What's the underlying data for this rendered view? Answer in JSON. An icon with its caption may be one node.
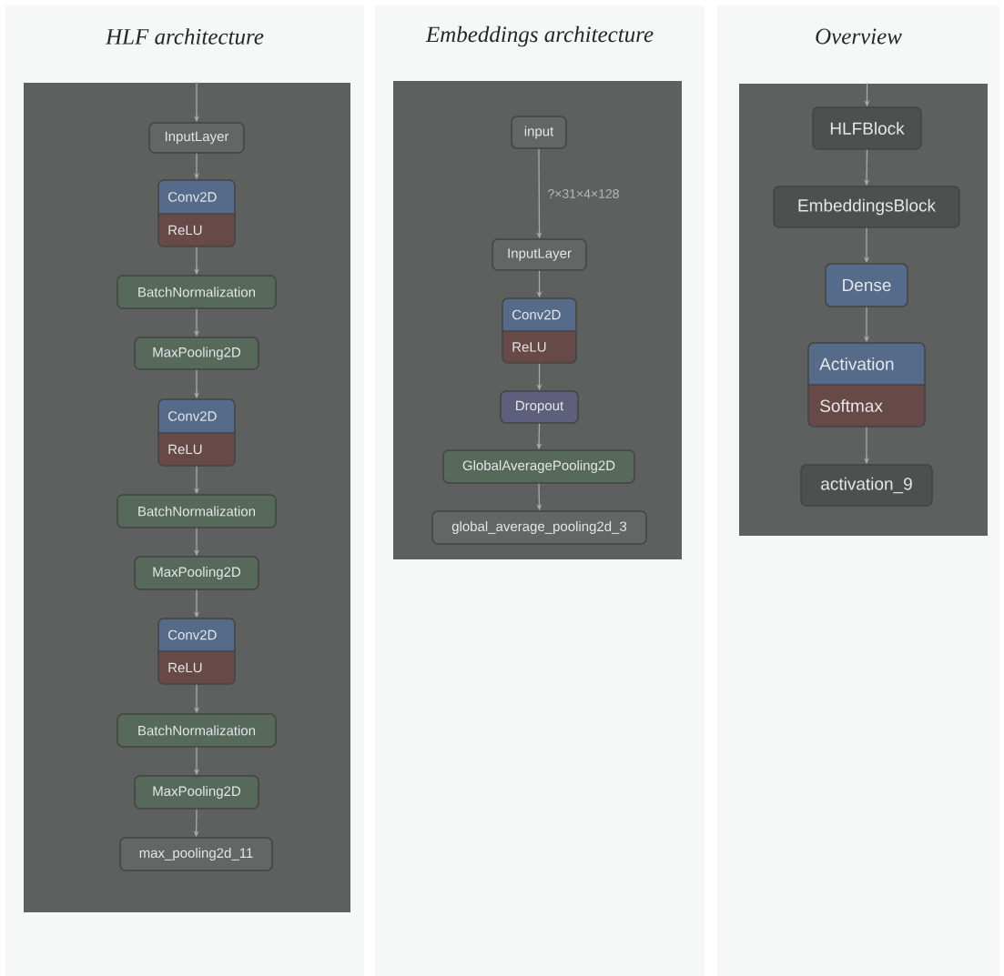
{
  "diagram": {
    "nodes": [
      {
        "text": [
          "HLF architecture"
        ]
      },
      {
        "text": [
          "InputLayer"
        ],
        "in": 0
      },
      {
        "text": [
          "Conv2D",
          "ReLU"
        ],
        "in": 0
      },
      {
        "text": [
          "BatchNormalization"
        ],
        "in": 0
      },
      {
        "text": [
          "MaxPooling2D"
        ],
        "in": 0
      },
      {
        "text": [
          "Conv2D",
          "ReLU"
        ],
        "in": 0
      },
      {
        "text": [
          "BatchNormalization"
        ],
        "in": 0
      },
      {
        "text": [
          "MaxPooling2D"
        ],
        "in": 0
      },
      {
        "text": [
          "Conv2D",
          "ReLU"
        ],
        "in": 0
      },
      {
        "text": [
          "BatchNormalization"
        ],
        "in": 0
      },
      {
        "text": [
          "MaxPooling2D"
        ],
        "in": 0
      },
      {
        "text": [
          "max_pooling2d_11"
        ],
        "in": 0
      },
      {
        "text": [
          "Embeddings architecture"
        ]
      },
      {
        "text": [
          "input"
        ],
        "in": 12
      },
      {
        "text": [
          "InputLayer"
        ],
        "in": 12
      },
      {
        "text": [
          "Conv2D",
          "ReLU"
        ],
        "in": 12
      },
      {
        "text": [
          "Dropout"
        ],
        "in": 12
      },
      {
        "text": [
          "GlobalAveragePooling2D"
        ],
        "in": 12
      },
      {
        "text": [
          "global_average_pooling2d_3"
        ],
        "in": 12
      },
      {
        "text": [
          "Overview"
        ]
      },
      {
        "text": [
          "HLFBlock"
        ],
        "in": 19
      },
      {
        "text": [
          "EmbeddingsBlock"
        ],
        "in": 19
      },
      {
        "text": [
          "Dense"
        ],
        "in": 19
      },
      {
        "text": [
          "Activation",
          "Softmax"
        ],
        "in": 19
      },
      {
        "text": [
          "activation_9"
        ],
        "in": 19
      }
    ],
    "edges": [
      {
        "from": null,
        "to": 1,
        "arrow": "to"
      },
      {
        "from": 1,
        "to": 2,
        "arrow": "to"
      },
      {
        "from": 2,
        "to": 3,
        "arrow": "to"
      },
      {
        "from": 3,
        "to": 4,
        "arrow": "to"
      },
      {
        "from": 4,
        "to": 5,
        "arrow": "to"
      },
      {
        "from": 5,
        "to": 6,
        "arrow": "to"
      },
      {
        "from": 6,
        "to": 7,
        "arrow": "to"
      },
      {
        "from": 7,
        "to": 8,
        "arrow": "to"
      },
      {
        "from": 8,
        "to": 9,
        "arrow": "to"
      },
      {
        "from": 9,
        "to": 10,
        "arrow": "to"
      },
      {
        "from": 10,
        "to": 11,
        "arrow": "to"
      },
      {
        "from": 13,
        "to": 14,
        "arrow": "to",
        "label": "?×31×4×128"
      },
      {
        "from": 14,
        "to": 15,
        "arrow": "to"
      },
      {
        "from": 15,
        "to": 16,
        "arrow": "to"
      },
      {
        "from": 16,
        "to": 17,
        "arrow": "to"
      },
      {
        "from": 17,
        "to": 18,
        "arrow": "to"
      },
      {
        "from": null,
        "to": 20,
        "arrow": "to"
      },
      {
        "from": 20,
        "to": 21,
        "arrow": "to"
      },
      {
        "from": 21,
        "to": 22,
        "arrow": "to"
      },
      {
        "from": 22,
        "to": 23,
        "arrow": "to"
      },
      {
        "from": 23,
        "to": 24,
        "arrow": "to"
      }
    ]
  }
}
